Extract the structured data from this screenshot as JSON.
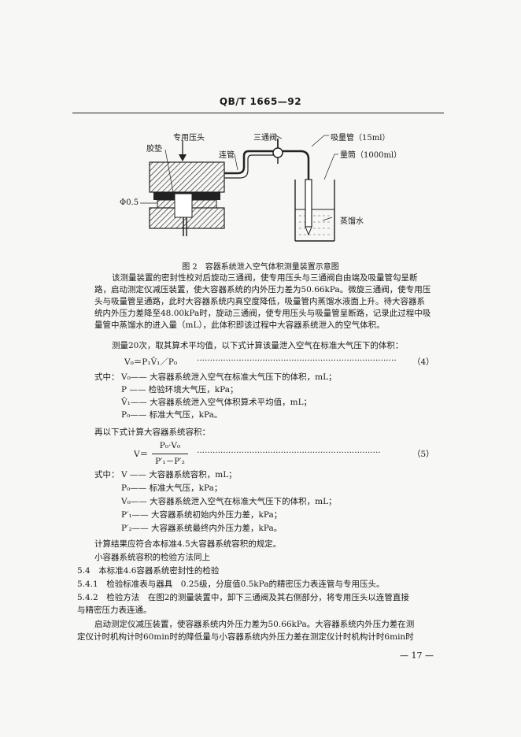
{
  "header": {
    "code": "QB/T 1665—92"
  },
  "figure": {
    "labels": {
      "special_head": "专用压头",
      "gasket": "胶垫",
      "three_way_valve": "三通阀",
      "connect_tube": "连管",
      "absorb_tube": "吸量管（15ml）",
      "cylinder": "量筒（1000ml）",
      "diameter": "Φ0.5",
      "water": "蒸馏水"
    },
    "caption": "图 2　容器系统泄入空气体积测量装置示意图"
  },
  "paragraphs": [
    "该测量装置的密封性校对后旋动三通阀，使专用压头与三通阀自由端及吸量管勾呈断",
    "路，启动测定仪减压装置，使大容器系统的内外压力差为50.66kPa。微旋三通阀，使专用压",
    "头与吸量管呈通路，此时大容器系统内真空度降低，吸量管内蒸馏水液面上升。待大容器系",
    "统内外压力差降至48.00kPa时，旋动三通阀，使专用压头与吸量管呈断路，记录此过程中吸",
    "量管中蒸馏水的进入量（mL），此体积即该过程中大容器系统泄入的空气体积。",
    "测量20次，取其算术平均值，以下式计算该量泄入空气在标准大气压下的体积："
  ],
  "eq4": {
    "formula": "V₀＝P₁V̄₁／P₀",
    "dots": "············································································",
    "num": "（4）"
  },
  "defs4": {
    "prefix": "式中：",
    "items": [
      "V₀—— 大容器系统泄入空气在标准大气压下的体积，mL；",
      "P —— 检验环境大气压，kPa；",
      "V̄₁—— 大容器系统泄入空气体积算术平均值，mL；",
      "P₀—— 标准大气压，kPa。"
    ]
  },
  "calc5_intro": "再以下式计算大容器系统容积：",
  "eq5": {
    "lhs": "V＝",
    "num_expr": "P₀·V₀",
    "den_expr": "P′₁－P′₂",
    "dots": "······································································",
    "num": "（5）"
  },
  "defs5": {
    "prefix": "式中：",
    "items": [
      "V —— 大容器系统容积，mL；",
      "P₀—— 标准大气压，kPa；",
      "V₀—— 大容器系统泄入空气在标准大气压下的体积，mL；",
      "P′₁—— 大容器系统初始内外压力差，kPa；",
      "P′₂—— 大容器系统最终内外压力差，kPa。"
    ]
  },
  "result_note": "计算结果应符合本标准4.5大容器系统容积的规定。",
  "small_note": "小容器系统容积的检验方法同上",
  "s54": "5.4　本标准4.6容器系统密封性的检验",
  "s541": "5.4.1　检验标准表与器具　0.25级，分度值0.5kPa的精密压力表连管与专用压头。",
  "s542a": "5.4.2　检验方法　在图2的测量装置中，卸下三通阀及其右侧部分，将专用压头以连管直接",
  "s542b": "与精密压力表连通。",
  "p_last1": "启动测定仪减压装置，使容器系统内外压力差为50.66kPa。大容器系统内外压力差在测",
  "p_last2": "定仪计时机构计时60min时的降低量与小容器系统内外压力差在测定仪计时机构计时6min时",
  "page_number": "— 17 —"
}
